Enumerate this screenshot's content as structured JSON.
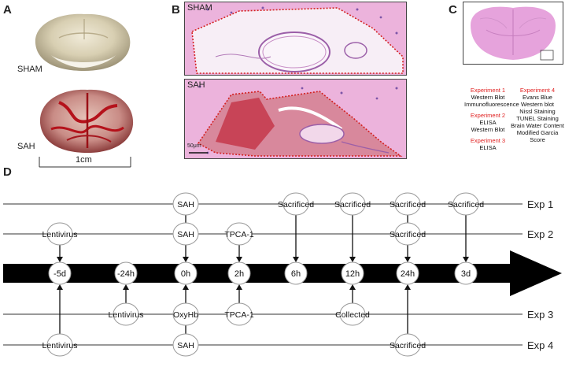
{
  "panels": {
    "a": {
      "label": "A",
      "top_brain_label": "SHAM",
      "bottom_brain_label": "SAH",
      "scale_label": "1cm"
    },
    "b": {
      "label": "B",
      "top_title": "SHAM",
      "bottom_title": "SAH",
      "scale_label": "50μm"
    },
    "c": {
      "label": "C",
      "experiments": [
        {
          "title": "Experiment 1",
          "items": [
            "Western Blot",
            "Immunofluorescence"
          ]
        },
        {
          "title": "Experiment 2",
          "items": [
            "ELISA",
            "Western Blot"
          ]
        },
        {
          "title": "Experiment 3",
          "items": [
            "ELISA"
          ]
        },
        {
          "title": "Experiment 4",
          "items": [
            "Evans Blue",
            "Western blot",
            "Nissl Staining",
            "TUNEL Staining",
            "Brain Water Content",
            "Modified Garcia Score"
          ]
        }
      ]
    },
    "d": {
      "label": "D",
      "rows": [
        "Exp 1",
        "Exp 2",
        "Exp 3",
        "Exp 4"
      ],
      "timepoints": [
        "-5d",
        "-24h",
        "0h",
        "2h",
        "6h",
        "12h",
        "24h",
        "3d"
      ],
      "events": {
        "exp1": [
          "SAH",
          "Sacrificed",
          "Sacrificed",
          "Sacrificed",
          "Sacrificed"
        ],
        "exp2": [
          "Lentivirus",
          "SAH",
          "TPCA-1",
          "Sacrificed"
        ],
        "exp3": [
          "Lentivirus",
          "OxyHb",
          "TPCA-1",
          "Collected"
        ],
        "exp4": [
          "Lentivirus",
          "SAH",
          "Sacrificed"
        ]
      }
    }
  },
  "colors": {
    "he_stain_pink": "#e7a6d6",
    "dotted_outline": "#d42020",
    "blood_red": "#b5121b",
    "timeline_arrow": "#000000"
  }
}
